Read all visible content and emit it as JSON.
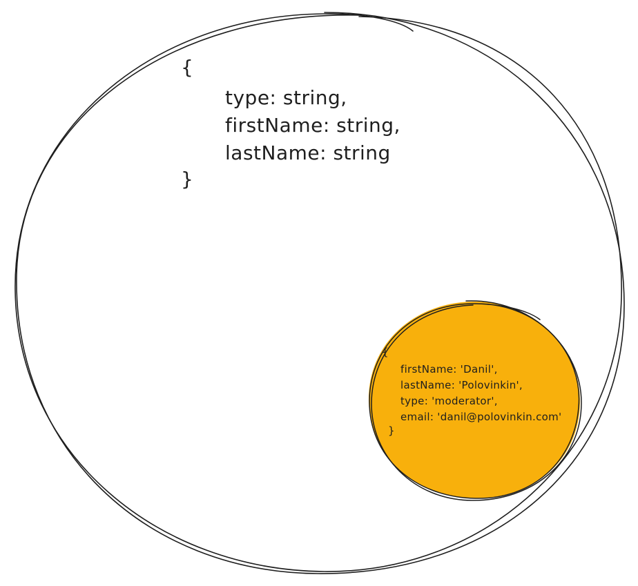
{
  "colors": {
    "stroke": "#1e1e1e",
    "inner_fill": "#f8b00c",
    "outer_fill": "#ffffff"
  },
  "outer_schema": {
    "open_brace": "{",
    "lines": [
      "type: string,",
      "firstName: string,",
      "lastName: string"
    ],
    "close_brace": "}"
  },
  "inner_object": {
    "open_brace": "{",
    "lines": [
      "firstName: 'Danil',",
      "lastName: 'Polovinkin',",
      "type: 'moderator',",
      "email: 'danil@polovinkin.com'"
    ],
    "close_brace": "}"
  }
}
